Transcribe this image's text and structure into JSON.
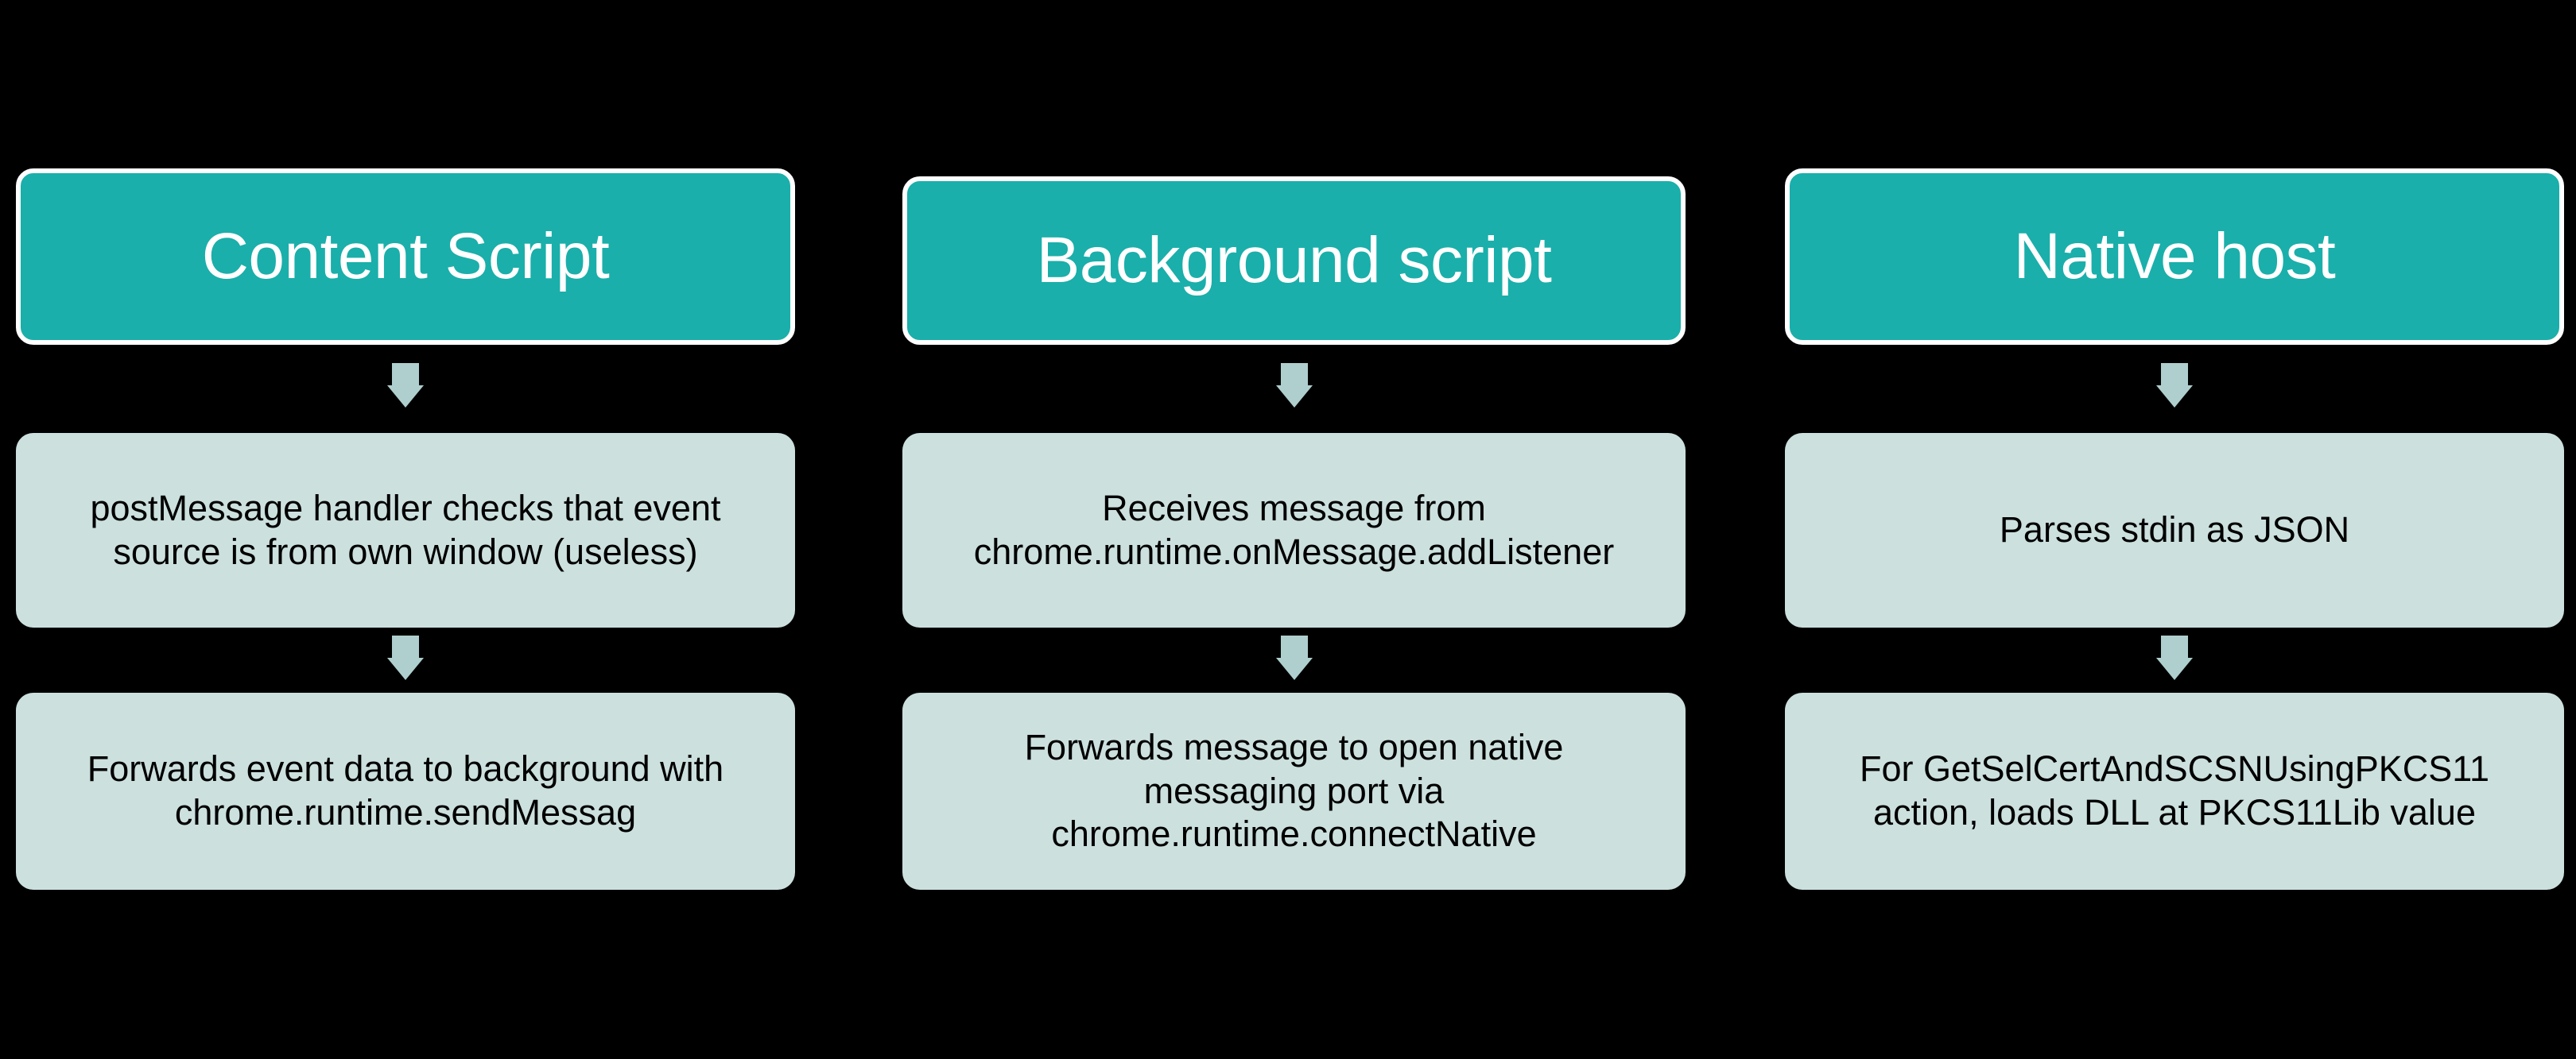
{
  "diagram": {
    "title": "Chrome extension native messaging message flow",
    "background_color": "#000000",
    "header_color": "#1AAFAA",
    "header_text_color": "#FFFFFF",
    "step_color": "#CCE0DE",
    "step_text_color": "#000000",
    "arrow_color": "#AECFCE",
    "columns": [
      {
        "header": "Content Script",
        "steps": [
          "postMessage handler checks that event\nsource is from own window (useless)",
          "Forwards event data to background with\nchrome.runtime.sendMessag"
        ]
      },
      {
        "header": "Background script",
        "steps": [
          "Receives message from\nchrome.runtime.onMessage.addListener",
          "Forwards message to open native\nmessaging port via\nchrome.runtime.connectNative"
        ]
      },
      {
        "header": "Native host",
        "steps": [
          "Parses stdin as JSON",
          "For GetSelCertAndSCSNUsingPKCS11\naction, loads DLL at PKCS11Lib value"
        ]
      }
    ]
  }
}
